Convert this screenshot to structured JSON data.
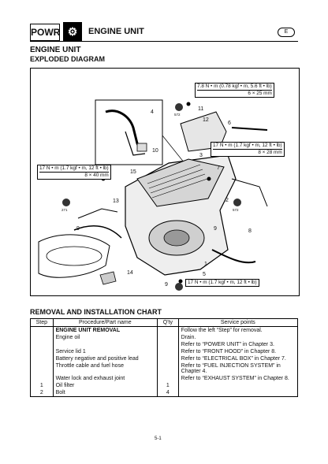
{
  "header": {
    "section_code": "POWR",
    "title": "ENGINE UNIT",
    "lang_badge": "E"
  },
  "section": {
    "title": "ENGINE UNIT",
    "subtitle": "EXPLODED DIAGRAM"
  },
  "diagram": {
    "specs": [
      {
        "id": "top",
        "line1": "7.8 N • m (0.78 kgf • m, 5.6 ft • lb)",
        "line2": "6 × 25 mm"
      },
      {
        "id": "right",
        "line1": "17 N • m (1.7 kgf • m, 12 ft • lb)",
        "line2": "8 × 28 mm"
      },
      {
        "id": "left",
        "line1": "17 N • m (1.7 kgf • m, 12 ft • lb)",
        "line2": "8 × 40 mm"
      },
      {
        "id": "bottom",
        "line1": "17 N • m (1.7 kgf • m, 12 ft • lb)",
        "line2": ""
      }
    ],
    "callouts": [
      "1",
      "2",
      "3",
      "4",
      "5",
      "6",
      "7",
      "8",
      "9",
      "9",
      "9",
      "10",
      "11",
      "12",
      "13",
      "14",
      "15"
    ],
    "codes": [
      "572",
      "572",
      "271"
    ]
  },
  "removal_chart": {
    "title": "REMOVAL AND INSTALLATION CHART",
    "columns": [
      "Step",
      "Procedure/Part name",
      "Q'ty",
      "Service points"
    ],
    "rows": [
      {
        "step": "",
        "part": "ENGINE UNIT REMOVAL",
        "qty": "",
        "points": "Follow the left “Step” for removal.",
        "bold": true
      },
      {
        "step": "",
        "part": "Engine oil",
        "qty": "",
        "points": "Drain."
      },
      {
        "step": "",
        "part": "",
        "qty": "",
        "points": "Refer to “POWER UNIT” in Chapter 3."
      },
      {
        "step": "",
        "part": "Service lid 1",
        "qty": "",
        "points": "Refer to “FRONT HOOD” in Chapter 8."
      },
      {
        "step": "",
        "part": "Battery negative and positive lead",
        "qty": "",
        "points": "Refer to “ELECTRICAL BOX” in Chapter 7."
      },
      {
        "step": "",
        "part": "Throttle cable and fuel hose",
        "qty": "",
        "points": "Refer to “FUEL INJECTION SYSTEM” in Chapter 4."
      },
      {
        "step": "",
        "part": "Water lock and exhaust joint",
        "qty": "",
        "points": "Refer to “EXHAUST SYSTEM” in Chapter 8."
      },
      {
        "step": "1",
        "part": "Oil filter",
        "qty": "1",
        "points": ""
      },
      {
        "step": "2",
        "part": "Bolt",
        "qty": "4",
        "points": ""
      }
    ]
  },
  "footer": {
    "page": "5-1"
  }
}
